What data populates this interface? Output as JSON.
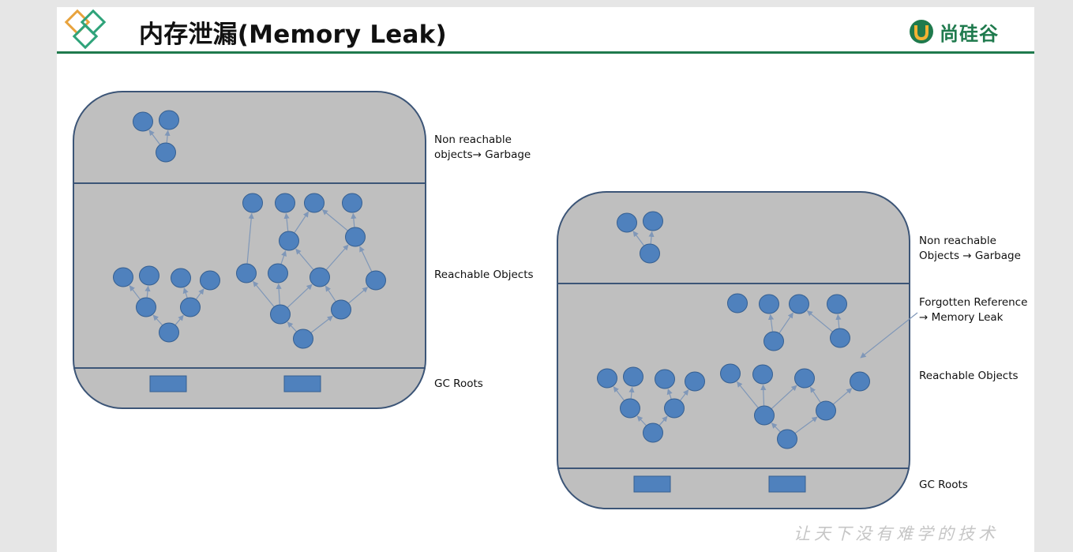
{
  "header": {
    "title": "内存泄漏(Memory Leak)",
    "brand_name": "尚硅谷",
    "brand_color": "#1f7a4d",
    "logo_icon": "diamond-logo-icon"
  },
  "colors": {
    "node_fill": "#4f81bd",
    "node_stroke": "#355f91",
    "region_fill": "#bfbfbf",
    "region_stroke": "#3c5577",
    "edge": "#7f97b8"
  },
  "diagrams": [
    {
      "name": "normal-heap",
      "labels": {
        "non_reachable_1": "Non reachable",
        "non_reachable_2": "objects→ Garbage",
        "reachable": "Reachable Objects",
        "gc_roots": "GC Roots"
      }
    },
    {
      "name": "leaking-heap",
      "labels": {
        "non_reachable_1": "Non reachable",
        "non_reachable_2": "Objects → Garbage",
        "forgotten_1": "Forgotten Reference",
        "forgotten_2": "→ Memory Leak",
        "reachable": "Reachable Objects",
        "gc_roots": "GC Roots"
      }
    }
  ],
  "footer": {
    "watermark": "让天下没有难学的技术"
  }
}
